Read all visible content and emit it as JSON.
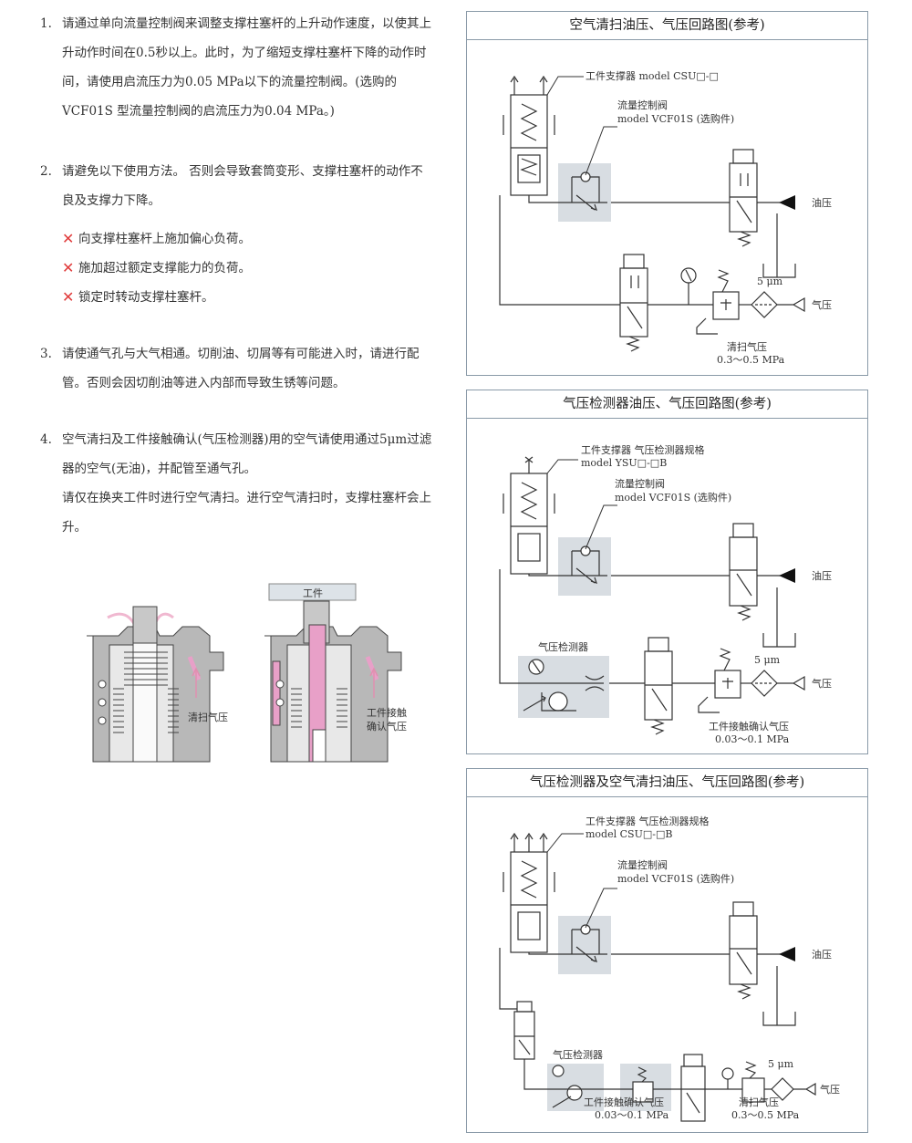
{
  "notes": [
    {
      "num": "1.",
      "text": "请通过单向流量控制阀来调整支撑柱塞杆的上升动作速度，以使其上升动作时间在0.5秒以上。此时，为了缩短支撑柱塞杆下降的动作时间，请使用启流压力为0.05 MPa以下的流量控制阀。(选购的VCF01S 型流量控制阀的启流压力为0.04 MPa。)"
    },
    {
      "num": "2.",
      "text": "请避免以下使用方法。 否则会导致套筒变形、支撑柱塞杆的动作不良及支撑力下降。",
      "items": [
        "向支撑柱塞杆上施加偏心负荷。",
        "施加超过额定支撑能力的负荷。",
        "锁定时转动支撑柱塞杆。"
      ]
    },
    {
      "num": "3.",
      "text": "请使通气孔与大气相通。切削油、切屑等有可能进入时，请进行配管。否则会因切削油等进入内部而导致生锈等问题。"
    },
    {
      "num": "4.",
      "text": "空气清扫及工件接触确认(气压检测器)用的空气请使用通过5μm过滤器的空气(无油)，并配管至通气孔。",
      "text2": "请仅在换夹工件时进行空气清扫。进行空气清扫时，支撑柱塞杆会上升。"
    }
  ],
  "section_drawings": {
    "workpiece": "工件",
    "left_label": "清扫气压",
    "right_label_1": "工件接触",
    "right_label_2": "确认气压"
  },
  "panel1": {
    "title": "空气清扫油压、气压回路图(参考)",
    "support_1": "工件支撑器 model CSU□-□",
    "valve_1": "流量控制阀",
    "valve_2": "model VCF01S (选购件)",
    "oil": "油压",
    "air": "气压",
    "filter": "5 μm",
    "purge_1": "清扫气压",
    "purge_2": "0.3～0.5 MPa"
  },
  "panel2": {
    "title": "气压检测器油压、气压回路图(参考)",
    "support_1": "工件支撑器 气压检测器规格",
    "support_2": "model YSU□-□B",
    "valve_1": "流量控制阀",
    "valve_2": "model VCF01S (选购件)",
    "oil": "油压",
    "air": "气压",
    "filter": "5 μm",
    "detector": "气压检测器",
    "confirm_1": "工件接触确认气压",
    "confirm_2": "0.03～0.1 MPa"
  },
  "panel3": {
    "title": "气压检测器及空气清扫油压、气压回路图(参考)",
    "support_1": "工件支撑器 气压检测器规格",
    "support_2": "model CSU□-□B",
    "valve_1": "流量控制阀",
    "valve_2": "model VCF01S (选购件)",
    "oil": "油压",
    "air": "气压",
    "filter": "5 μm",
    "detector": "气压检测器",
    "confirm_1": "工件接触确认气压",
    "confirm_2": "0.03～0.1 MPa",
    "purge_1": "清扫气压",
    "purge_2": "0.3～0.5 MPa"
  },
  "colors": {
    "accent_red": "#e03a3a",
    "panel_gray": "#d8dde2",
    "pink": "#e8a0c8",
    "body_gray": "#b0b0b0"
  }
}
